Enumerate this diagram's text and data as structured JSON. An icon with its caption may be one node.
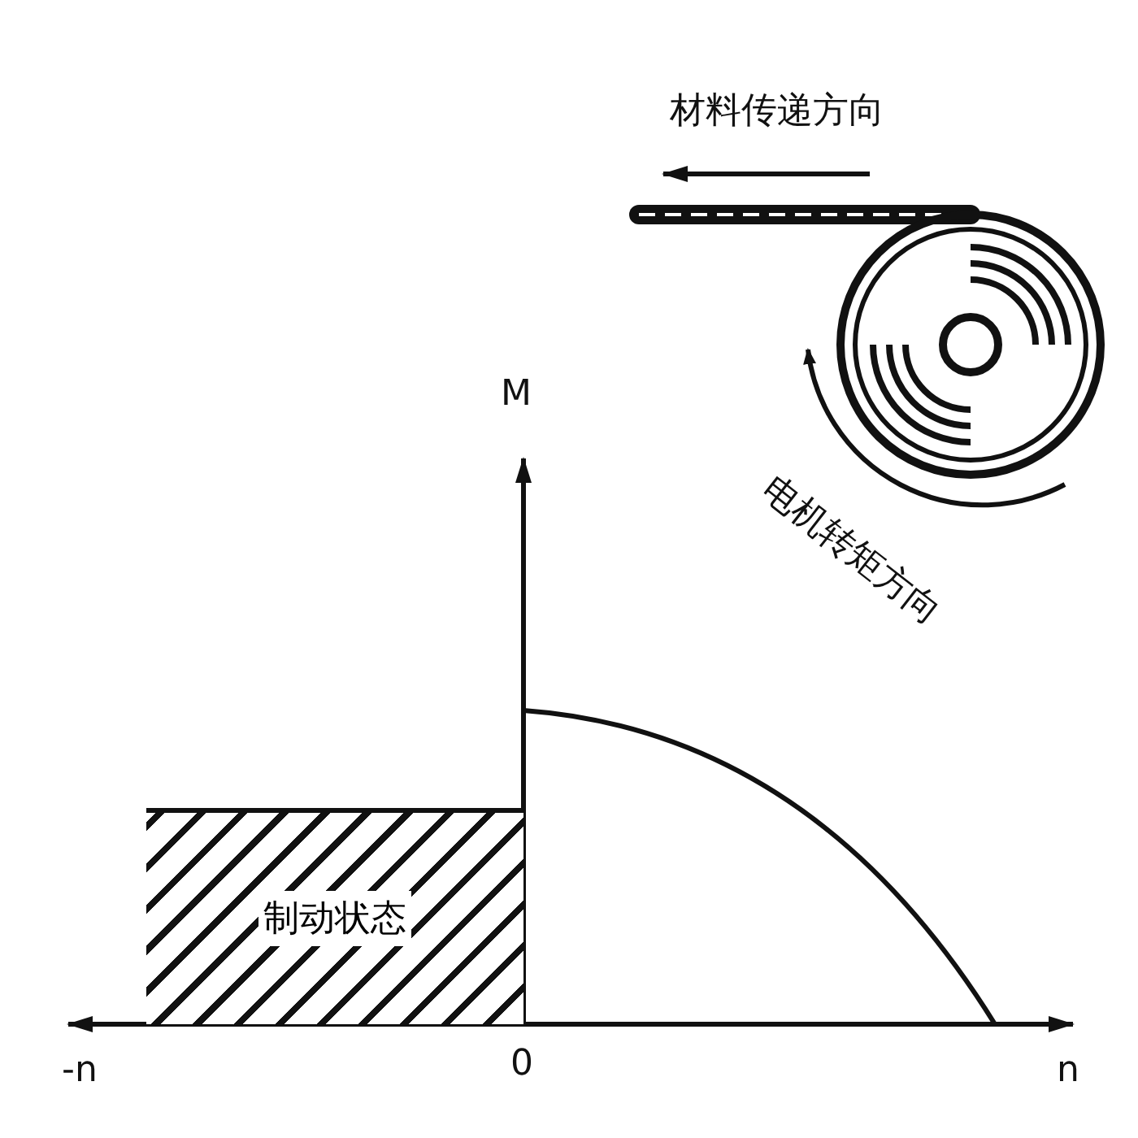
{
  "diagram": {
    "nodes": [
      {
        "text": [
          "制动状态"
        ]
      }
    ],
    "labels": [
      "材料传递方向",
      "M",
      "电机转矩方向",
      "-n",
      "0",
      "n"
    ]
  }
}
